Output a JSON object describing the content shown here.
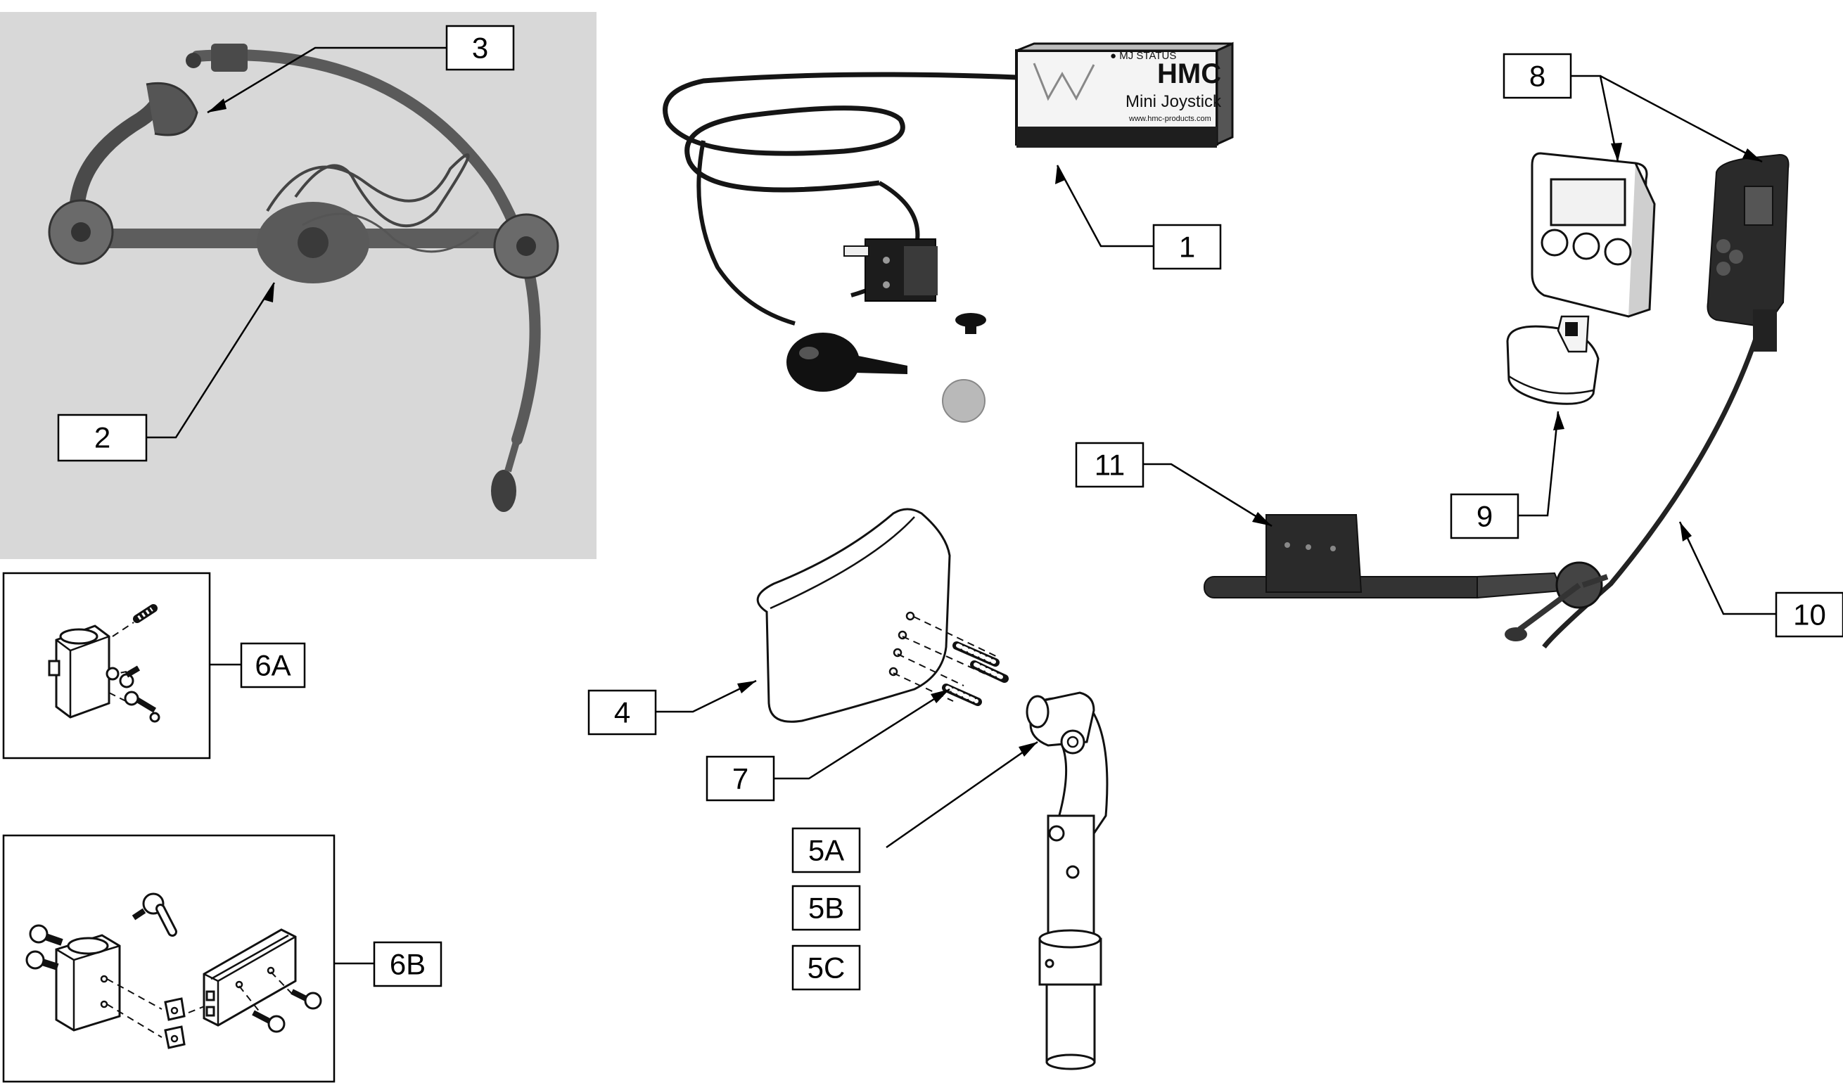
{
  "callouts": [
    {
      "id": "1",
      "label": "1"
    },
    {
      "id": "2",
      "label": "2"
    },
    {
      "id": "3",
      "label": "3"
    },
    {
      "id": "4",
      "label": "4"
    },
    {
      "id": "5A",
      "label": "5A"
    },
    {
      "id": "5B",
      "label": "5B"
    },
    {
      "id": "5C",
      "label": "5C"
    },
    {
      "id": "6A",
      "label": "6A"
    },
    {
      "id": "6B",
      "label": "6B"
    },
    {
      "id": "7",
      "label": "7"
    },
    {
      "id": "8",
      "label": "8"
    },
    {
      "id": "9",
      "label": "9"
    },
    {
      "id": "10",
      "label": "10"
    },
    {
      "id": "11",
      "label": "11"
    }
  ],
  "mini_joystick": {
    "brand": "HMC",
    "product": "Mini Joystick",
    "status_led": "● MJ STATUS",
    "website": "www.hmc-products.com"
  },
  "colors": {
    "photo_background": "#d8d8d8",
    "line_art": "#111111",
    "label_border": "#000000"
  }
}
